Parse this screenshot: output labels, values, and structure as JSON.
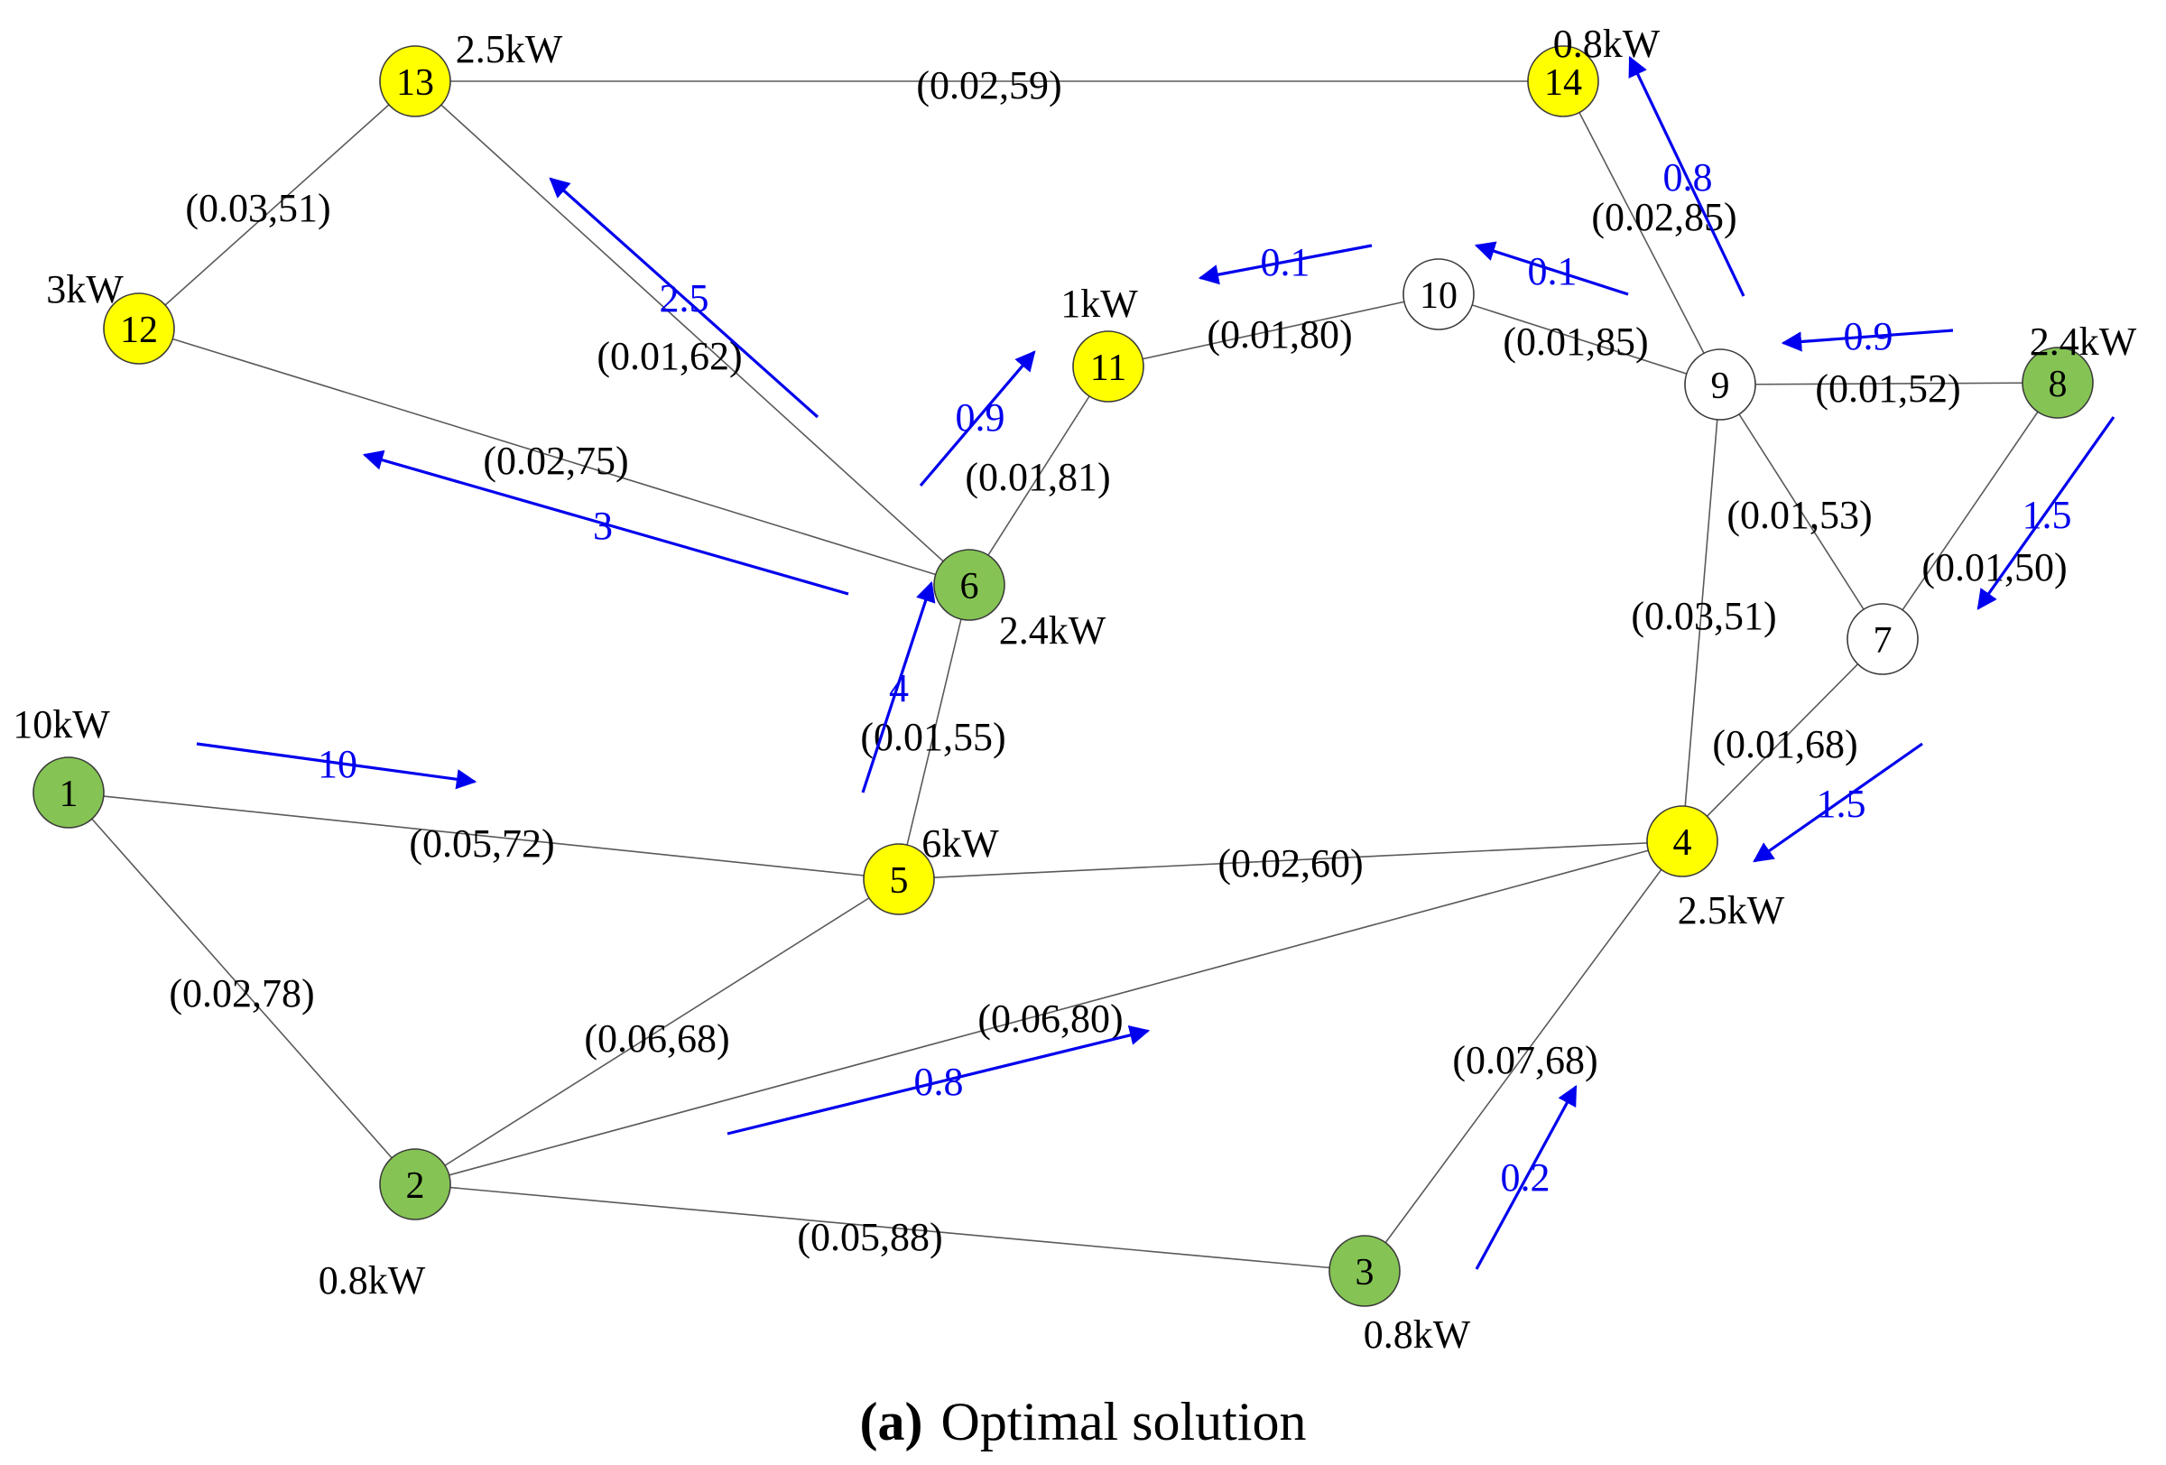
{
  "colors": {
    "generator_node": "#85c454",
    "load_node": "#ffff00",
    "empty_node": "#ffffff",
    "node_stroke": "#3a3a3a",
    "flow": "#0000ee",
    "edge": "#5a5a5a"
  },
  "nodes": [
    {
      "id": "1",
      "label": "1",
      "type": "generator",
      "power": "10kW"
    },
    {
      "id": "2",
      "label": "2",
      "type": "generator",
      "power": "0.8kW"
    },
    {
      "id": "3",
      "label": "3",
      "type": "generator",
      "power": "0.8kW"
    },
    {
      "id": "4",
      "label": "4",
      "type": "load",
      "power": "2.5kW"
    },
    {
      "id": "5",
      "label": "5",
      "type": "load",
      "power": "6kW"
    },
    {
      "id": "6",
      "label": "6",
      "type": "generator",
      "power": "2.4kW"
    },
    {
      "id": "7",
      "label": "7",
      "type": "empty",
      "power": ""
    },
    {
      "id": "8",
      "label": "8",
      "type": "generator",
      "power": "2.4kW"
    },
    {
      "id": "9",
      "label": "9",
      "type": "empty",
      "power": ""
    },
    {
      "id": "10",
      "label": "10",
      "type": "empty",
      "power": ""
    },
    {
      "id": "11",
      "label": "11",
      "type": "load",
      "power": "1kW"
    },
    {
      "id": "12",
      "label": "12",
      "type": "load",
      "power": "3kW"
    },
    {
      "id": "13",
      "label": "13",
      "type": "load",
      "power": "2.5kW"
    },
    {
      "id": "14",
      "label": "14",
      "type": "load",
      "power": "0.8kW"
    }
  ],
  "edges": [
    {
      "id": "1-2",
      "from": "1",
      "to": "2",
      "label": "(0.02,78)"
    },
    {
      "id": "1-5",
      "from": "1",
      "to": "5",
      "label": "(0.05,72)"
    },
    {
      "id": "2-5",
      "from": "2",
      "to": "5",
      "label": "(0.06,68)"
    },
    {
      "id": "2-4",
      "from": "2",
      "to": "4",
      "label": "(0.06,80)"
    },
    {
      "id": "2-3",
      "from": "2",
      "to": "3",
      "label": "(0.05,88)"
    },
    {
      "id": "3-4",
      "from": "3",
      "to": "4",
      "label": "(0.07,68)"
    },
    {
      "id": "5-4",
      "from": "5",
      "to": "4",
      "label": "(0.02,60)"
    },
    {
      "id": "5-6",
      "from": "5",
      "to": "6",
      "label": "(0.01,55)"
    },
    {
      "id": "6-11",
      "from": "6",
      "to": "11",
      "label": "(0.01,81)"
    },
    {
      "id": "6-12",
      "from": "6",
      "to": "12",
      "label": "(0.02,75)"
    },
    {
      "id": "6-13",
      "from": "6",
      "to": "13",
      "label": "(0.01,62)"
    },
    {
      "id": "12-13",
      "from": "12",
      "to": "13",
      "label": "(0.03,51)"
    },
    {
      "id": "13-14",
      "from": "13",
      "to": "14",
      "label": "(0.02,59)"
    },
    {
      "id": "11-10",
      "from": "11",
      "to": "10",
      "label": "(0.01,80)"
    },
    {
      "id": "10-9",
      "from": "10",
      "to": "9",
      "label": "(0.01,85)"
    },
    {
      "id": "9-14",
      "from": "9",
      "to": "14",
      "label": "(0.02,85)"
    },
    {
      "id": "9-8",
      "from": "9",
      "to": "8",
      "label": "(0.01,52)"
    },
    {
      "id": "9-7",
      "from": "9",
      "to": "7",
      "label": "(0.01,53)"
    },
    {
      "id": "9-4",
      "from": "9",
      "to": "4",
      "label": "(0.03,51)"
    },
    {
      "id": "8-7",
      "from": "8",
      "to": "7",
      "label": "(0.01,50)"
    },
    {
      "id": "7-4",
      "from": "7",
      "to": "4",
      "label": "(0.01,68)"
    }
  ],
  "flows": [
    {
      "id": "f-1-5",
      "from": "1",
      "to": "5",
      "value": "10"
    },
    {
      "id": "f-5-6",
      "from": "5",
      "to": "6",
      "value": "4"
    },
    {
      "id": "f-6-12",
      "from": "6",
      "to": "12",
      "value": "3"
    },
    {
      "id": "f-6-13",
      "from": "6",
      "to": "13",
      "value": "2.5"
    },
    {
      "id": "f-6-11",
      "from": "6",
      "to": "11",
      "value": "0.9"
    },
    {
      "id": "f-10-11",
      "from": "10",
      "to": "11",
      "value": "0.1"
    },
    {
      "id": "f-9-10",
      "from": "9",
      "to": "10",
      "value": "0.1"
    },
    {
      "id": "f-9-14",
      "from": "9",
      "to": "14",
      "value": "0.8"
    },
    {
      "id": "f-8-9",
      "from": "8",
      "to": "9",
      "value": "0.9"
    },
    {
      "id": "f-8-7",
      "from": "8",
      "to": "7",
      "value": "1.5"
    },
    {
      "id": "f-7-4",
      "from": "7",
      "to": "4",
      "value": "1.5"
    },
    {
      "id": "f-2-4",
      "from": "2",
      "to": "4",
      "value": "0.8"
    },
    {
      "id": "f-3-4",
      "from": "3",
      "to": "4",
      "value": "0.2"
    }
  ],
  "caption": {
    "letter": "(a)",
    "text": "Optimal solution"
  }
}
